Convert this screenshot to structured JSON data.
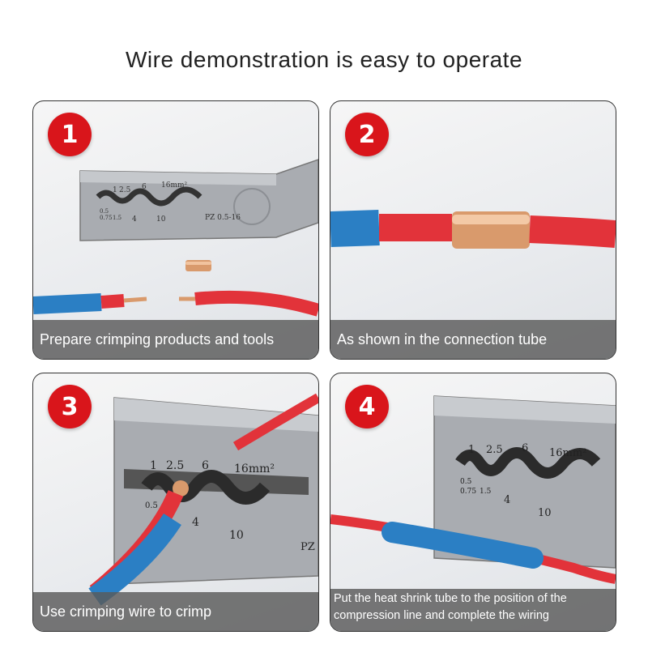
{
  "title": "Wire demonstration is easy to operate",
  "steps": [
    {
      "number": "1",
      "caption": "Prepare crimping products and tools"
    },
    {
      "number": "2",
      "caption": "As shown in the connection tube"
    },
    {
      "number": "3",
      "caption": "Use crimping wire to crimp"
    },
    {
      "number": "4",
      "caption_line1": "Put the heat shrink tube to the position of the",
      "caption_line2": "compression line and complete the wiring"
    }
  ],
  "tool_markings": {
    "sizes_top": [
      "1",
      "2.5",
      "6",
      "16mm²"
    ],
    "sizes_bottom": [
      "0.5",
      "0.75",
      "1.5",
      "4",
      "10"
    ],
    "model": "PZ 0.5-16",
    "model_partial": "PZ"
  },
  "colors": {
    "badge": "#d9151b",
    "wire_red": "#e2333a",
    "sleeve_blue": "#2b7fc4",
    "copper": "#d99a6c"
  }
}
